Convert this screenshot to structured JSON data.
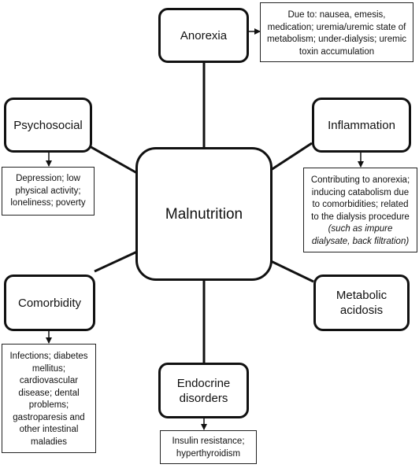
{
  "center": {
    "label": "Malnutrition"
  },
  "causes": {
    "anorexia": {
      "label": "Anorexia",
      "note": "Due to: nausea, emesis, medication; uremia/uremic state of metabolism; under-dialysis; uremic toxin accumulation"
    },
    "psychosocial": {
      "label": "Psychosocial",
      "note": "Depression; low physical activity; loneliness; poverty"
    },
    "inflammation": {
      "label": "Inflammation",
      "note": "Contributing to anorexia; inducing catabolism due to comorbidities; related to the dialysis procedure",
      "note_italic": "(such as impure dialysate, back filtration)"
    },
    "comorbidity": {
      "label": "Comorbidity",
      "note": "Infections; diabetes mellitus; cardiovascular disease; dental problems; gastroparesis and other intestinal maladies"
    },
    "metabolic_acidosis": {
      "label": "Metabolic acidosis"
    },
    "endocrine": {
      "label": "Endocrine disorders",
      "note": "Insulin resistance; hyperthyroidism"
    }
  }
}
